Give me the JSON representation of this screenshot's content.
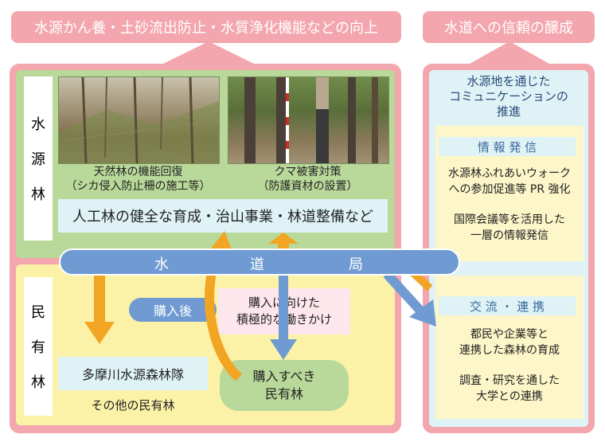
{
  "top_banner_left": "水源かん養・土砂流出防止・水質浄化機能などの向上",
  "top_banner_right": "水道への信頼の醸成",
  "left_labels": {
    "suigenrin": [
      "水",
      "源",
      "林"
    ],
    "minyurin": [
      "民",
      "有",
      "林"
    ]
  },
  "photo_captions": {
    "left_line1": "天然林の機能回復",
    "left_line2": "（シカ侵入防止柵の施工等）",
    "right_line1": "クマ被害対策",
    "right_line2": "（防護資材の設置）"
  },
  "forest_work": "人工林の健全な育成・治山事業・林道整備など",
  "bureau": [
    "水",
    "道",
    "局"
  ],
  "after_purchase": "購入後",
  "outreach_line1": "購入に向けた",
  "outreach_line2": "積極的な働きかけ",
  "tama_corps": "多摩川水源森林隊",
  "other_forest": "その他の民有林",
  "to_buy_line1": "購入すべき",
  "to_buy_line2": "民有林",
  "right_panel": {
    "title_line1": "水源地を通じた",
    "title_line2": "コミュニケーションの",
    "title_line3": "推進",
    "info_header": "情 報 発 信",
    "info_item1_line1": "水源林ふれあいウォーク",
    "info_item1_line2": "への参加促進等 PR 強化",
    "info_item2_line1": "国際会議等を活用した",
    "info_item2_line2": "一層の情報発信",
    "coop_header": "交 流 ・ 連 携",
    "coop_item1_line1": "都民や企業等と",
    "coop_item1_line2": "連携した森林の育成",
    "coop_item2_line1": "調査・研究を通した",
    "coop_item2_line2": "大学との連携"
  },
  "colors": {
    "pink": "#f3a6ad",
    "green": "#b9d99a",
    "yellow": "#fbf2a8",
    "blue": "#6f9bd2",
    "orange": "#f2a423",
    "light_blue": "#dff3f6"
  }
}
